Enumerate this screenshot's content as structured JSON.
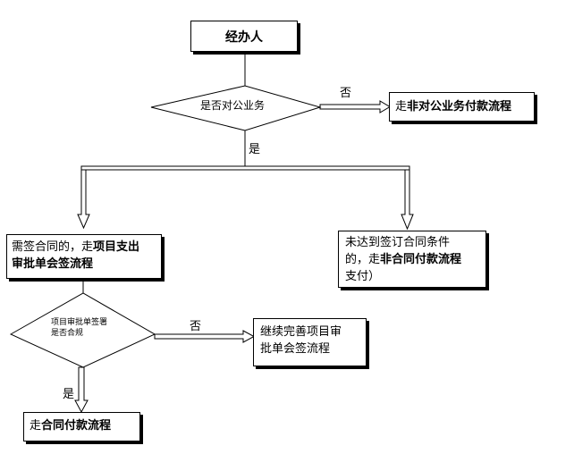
{
  "nodes": {
    "start": "经办人",
    "decision1": "是否对公业务",
    "non_public_prefix": "走",
    "non_public_bold": "非对公业务付款流程",
    "sign_prefix": "需签合同的，走",
    "sign_bold_1": "项目支出",
    "sign_bold_2": "审批单会签流程",
    "nosign_line1": "未达到签订合同条件",
    "nosign_line2_prefix": "的，走",
    "nosign_line2_bold": "非合同付款流程",
    "nosign_line3": "支付）",
    "decision2_line1": "项目审批单签署",
    "decision2_line2": "是否合规",
    "improve_line1": "继续完善项目审",
    "improve_line2": "批单会签流程",
    "contract_pay_prefix": "走",
    "contract_pay_bold": "合同付款流程"
  },
  "edge_labels": {
    "no1": "否",
    "yes1": "是",
    "no2": "否",
    "yes2": "是"
  }
}
